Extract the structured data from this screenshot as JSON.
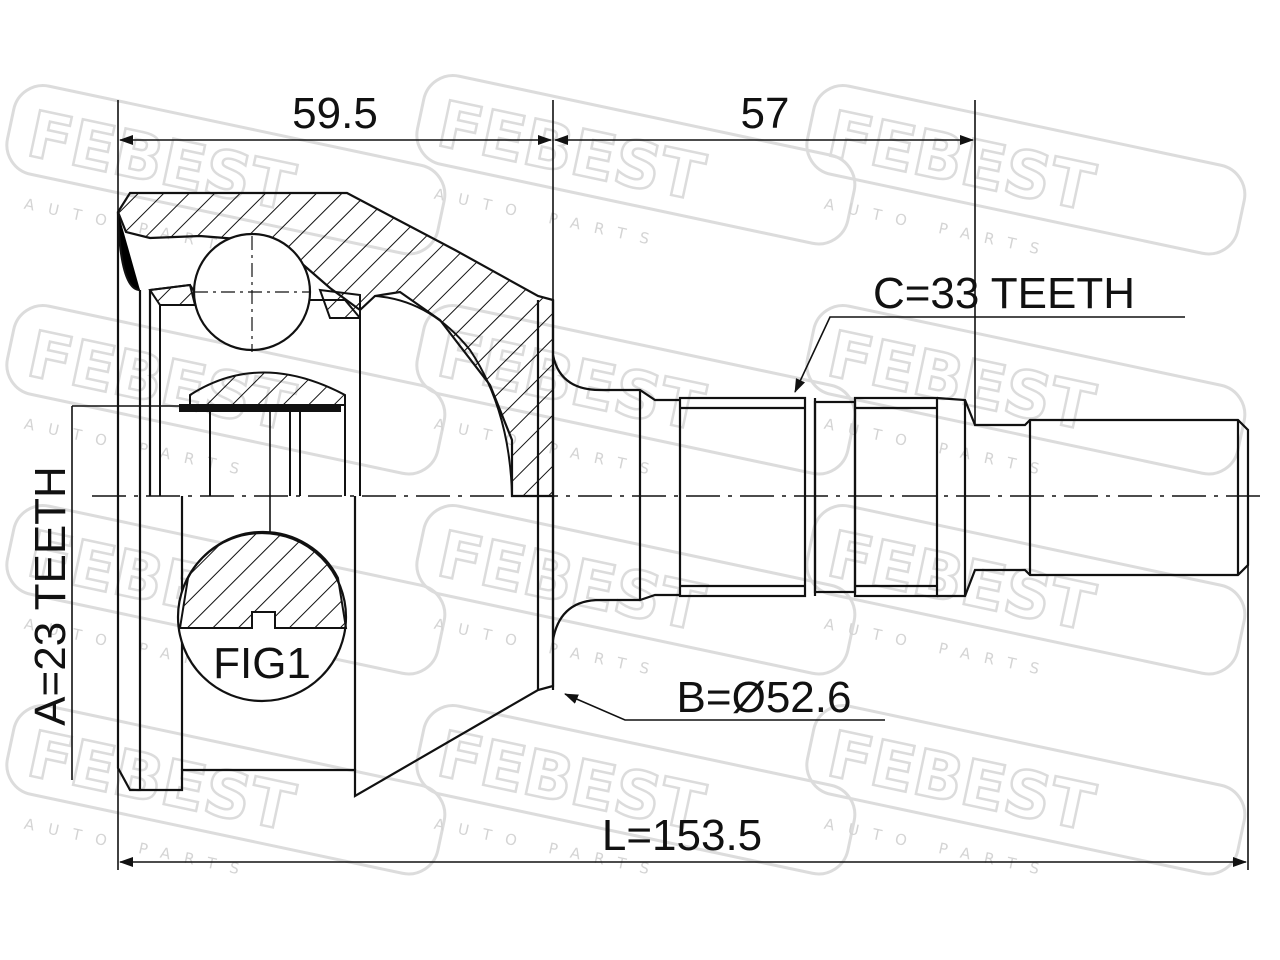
{
  "watermark": {
    "brand": "FEBEST",
    "tagline": "AUTO PARTS"
  },
  "dimensions": {
    "outer_body_length": "59.5",
    "spline_length": "57",
    "total_length": "L=153.5"
  },
  "callouts": {
    "outer_spline": "C=33 TEETH",
    "abs_ring": "B=Ø52.6",
    "inner_spline": "A=23 TEETH",
    "detail": "FIG1"
  },
  "colors": {
    "line": "#111111",
    "watermark": "#dcdcdc"
  }
}
